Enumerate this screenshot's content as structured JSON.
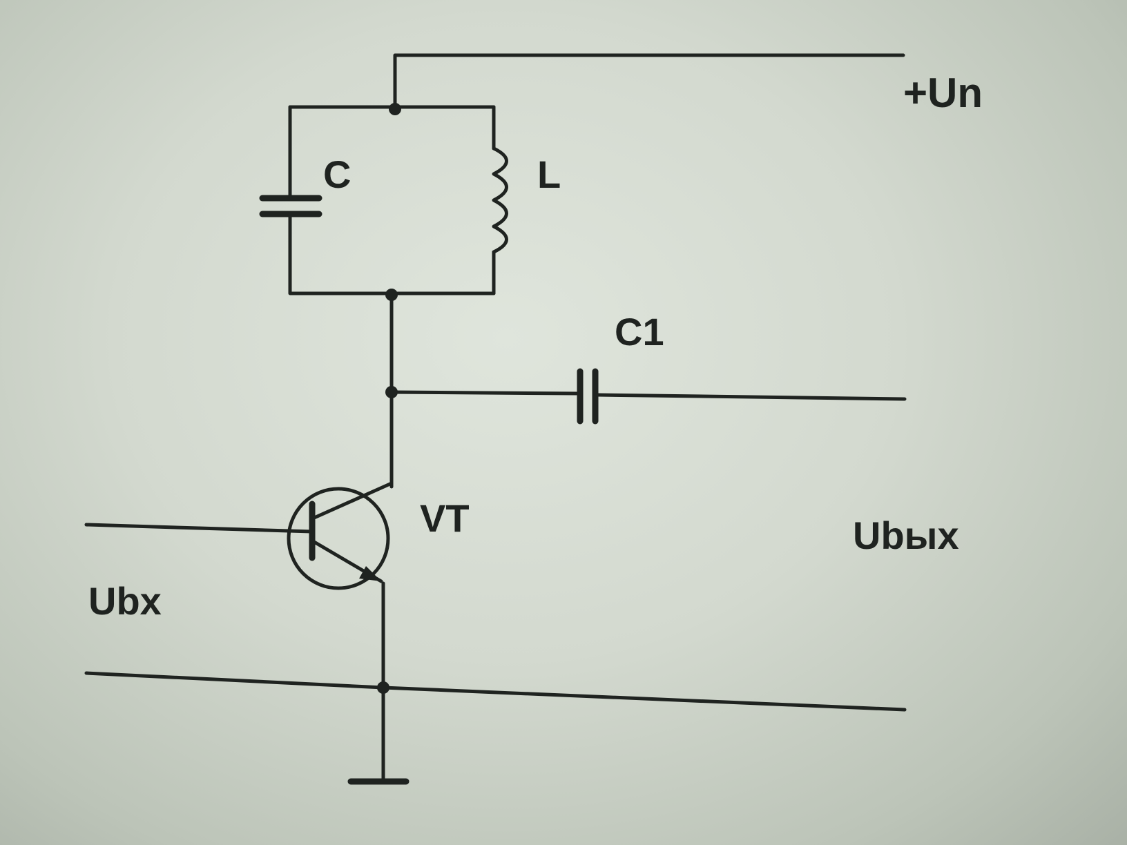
{
  "labels": {
    "supply": "+Un",
    "capacitor": "C",
    "inductor": "L",
    "coupling_capacitor": "C1",
    "transistor": "VT",
    "input": "Ubx",
    "output": "Ubыx"
  },
  "colors": {
    "ink": "#1f2320",
    "paper": "#d3d9cf"
  }
}
